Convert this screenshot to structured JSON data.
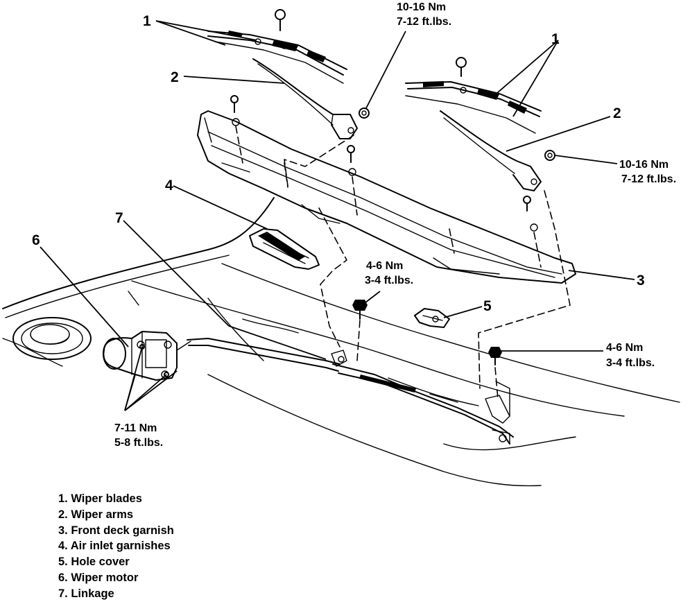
{
  "callouts": {
    "wiper_blades_left": "1",
    "wiper_blades_right": "1",
    "wiper_arm_left": "2",
    "wiper_arm_right": "2",
    "front_deck_garnish": "3",
    "air_inlet_garnish": "4",
    "hole_cover": "5",
    "wiper_motor": "6",
    "linkage": "7"
  },
  "torque": {
    "arm_nut_left": {
      "nm": "10-16 Nm",
      "ftlb": "7-12 ft.lbs."
    },
    "arm_nut_right": {
      "nm": "10-16 Nm",
      "ftlb": "7-12 ft.lbs."
    },
    "linkage_bolt_center": {
      "nm": "4-6 Nm",
      "ftlb": "3-4 ft.lbs."
    },
    "linkage_bolt_right": {
      "nm": "4-6 Nm",
      "ftlb": "3-4 ft.lbs."
    },
    "motor_bolts": {
      "nm": "7-11 Nm",
      "ftlb": "5-8 ft.lbs."
    }
  },
  "legend": [
    "1. Wiper blades",
    "2. Wiper arms",
    "3. Front deck garnish",
    "4. Air inlet garnishes",
    "5. Hole cover",
    "6. Wiper motor",
    "7. Linkage"
  ]
}
